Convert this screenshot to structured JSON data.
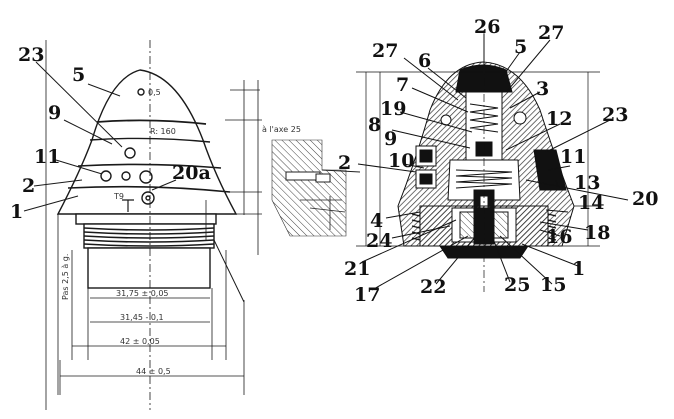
{
  "left_view": {
    "callouts": {
      "c23": "23",
      "c5": "5",
      "c9": "9",
      "c11": "11",
      "c2": "2",
      "c1": "1",
      "c20a": "20a"
    },
    "dimensions": {
      "d_r160": "R: 160",
      "d_oxe": "à l'axe 25",
      "d_pas": "Pas 2,5 à g.",
      "d_a": "31,75 ± 0,05",
      "d_b": "31,45 - 0,1",
      "d_c": "42 ± 0,05",
      "d_d": "44 ± 0,5",
      "d_e": "0,5",
      "d_f": "T9"
    }
  },
  "right_view": {
    "callouts": {
      "c26": "26",
      "c27a": "27",
      "c27b": "27",
      "c5": "5",
      "c6": "6",
      "c7": "7",
      "c3": "3",
      "c19": "19",
      "c12": "12",
      "c23": "23",
      "c8": "8",
      "c9": "9",
      "c2": "2",
      "c10": "10",
      "c11": "11",
      "c13": "13",
      "c20": "20",
      "c14": "14",
      "c4": "4",
      "c24": "24",
      "c16": "16",
      "c18": "18",
      "c21": "21",
      "c1": "1",
      "c17": "17",
      "c22": "22",
      "c25": "25",
      "c15": "15"
    }
  },
  "colors": {
    "ink": "#1a1a1a",
    "hatch": "#444444",
    "paper": "#ffffff"
  }
}
